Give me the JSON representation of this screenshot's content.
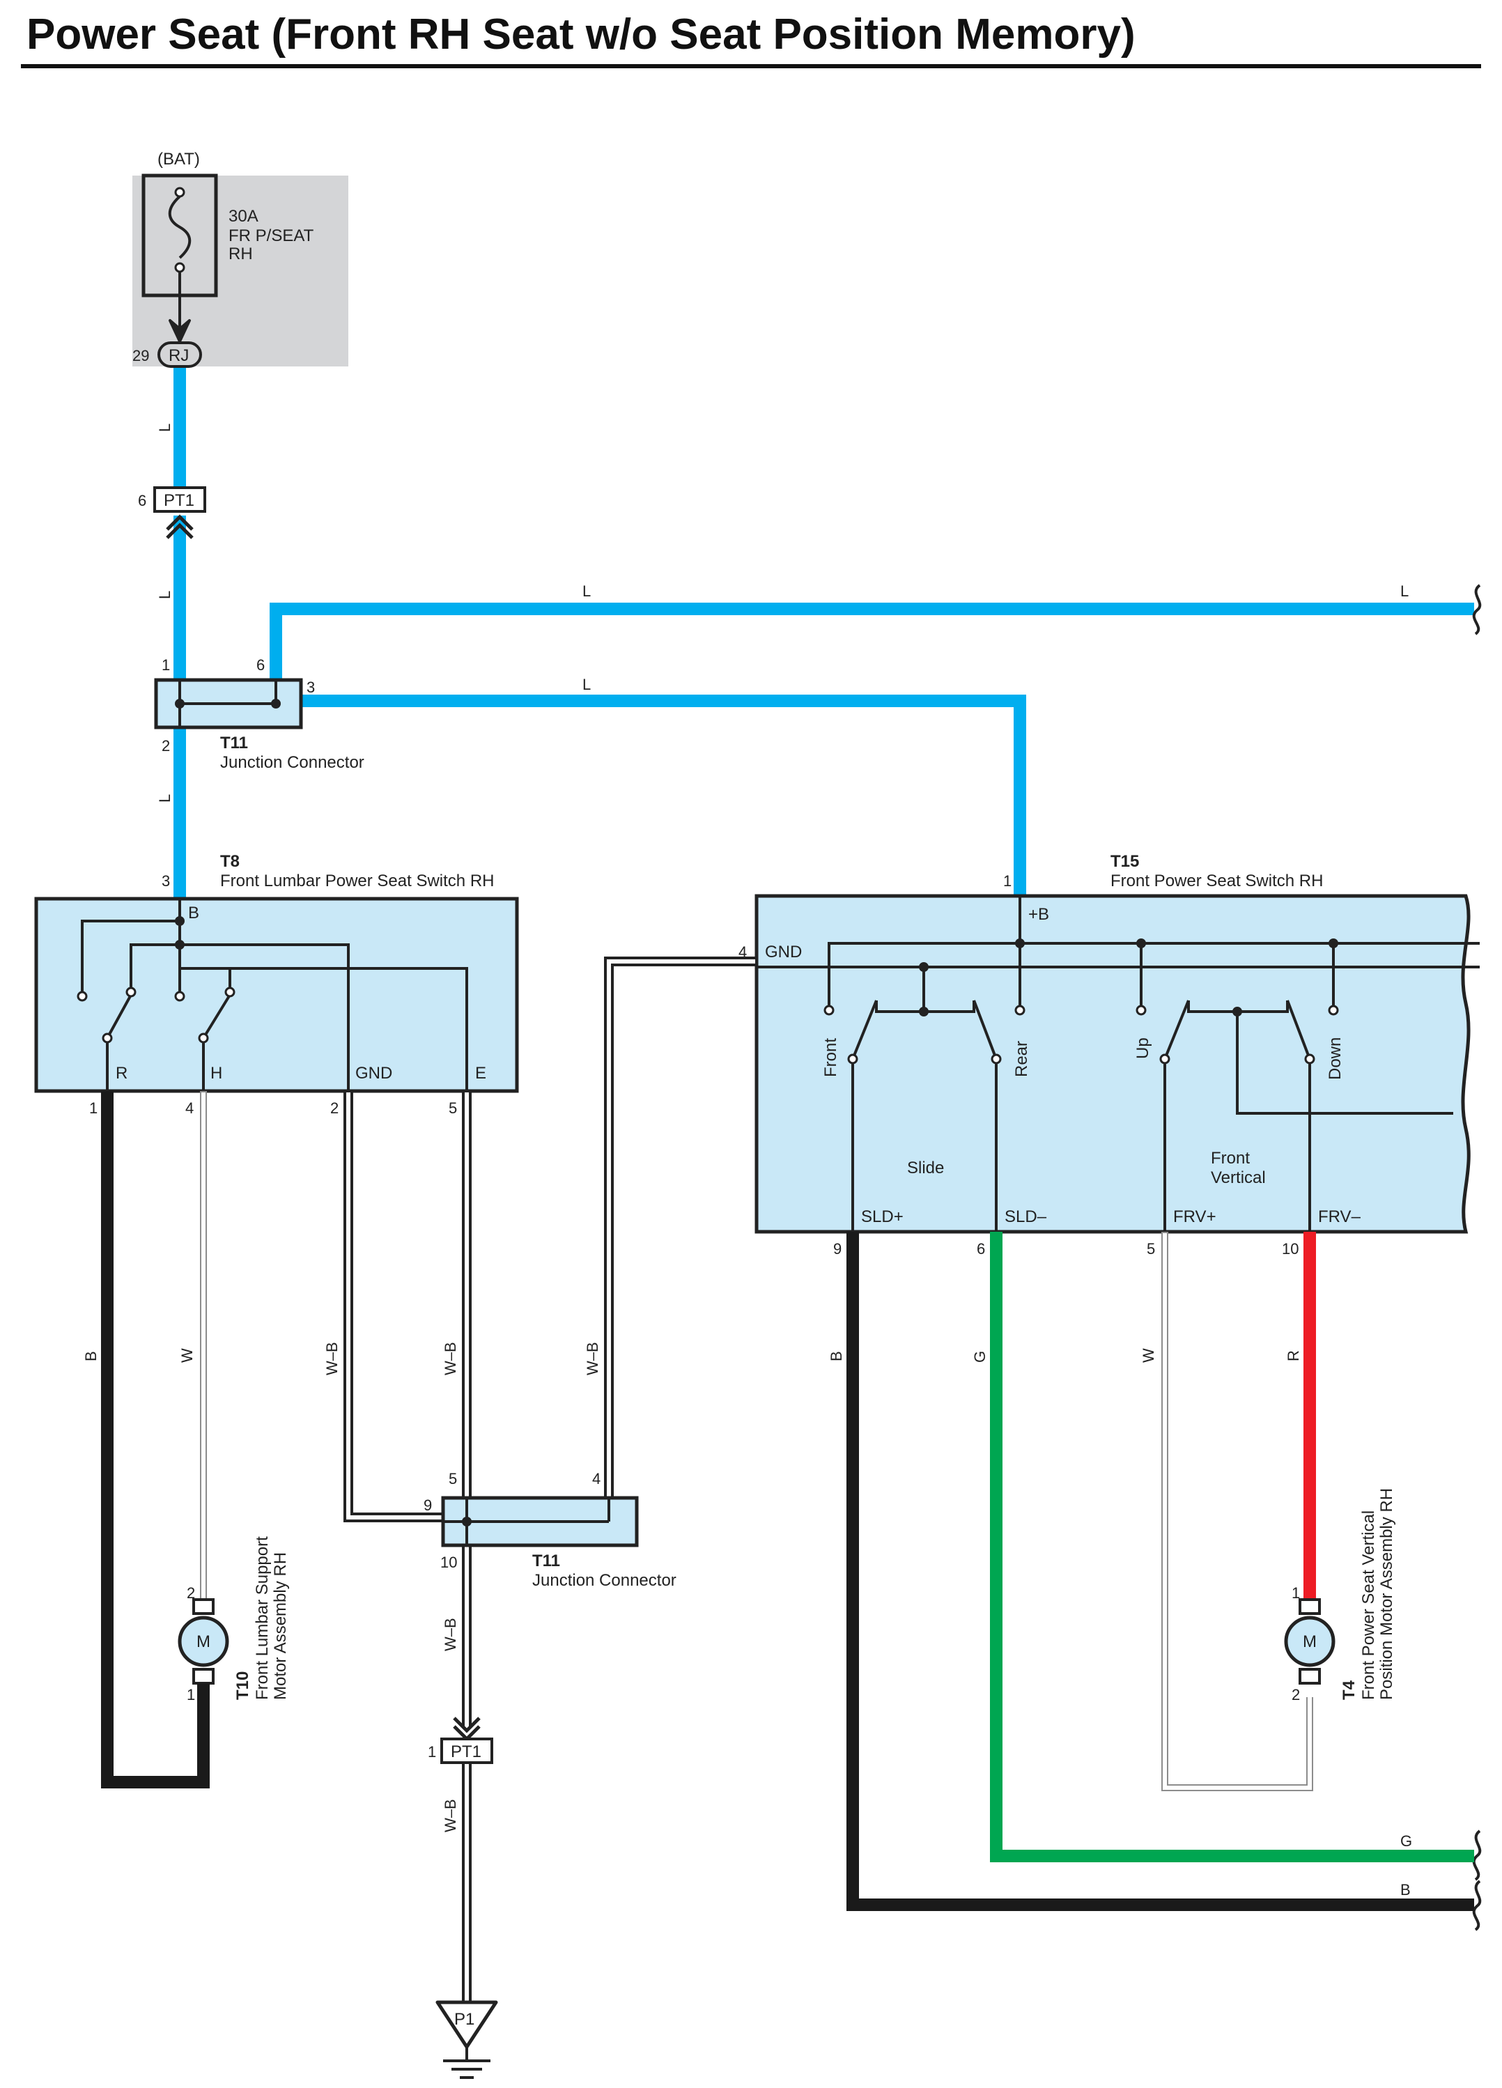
{
  "title": "Power Seat (Front RH Seat w/o Seat Position Memory)",
  "colors": {
    "L": "#00aeef",
    "B": "#1a1a1a",
    "W": "#ffffff",
    "G": "#00a651",
    "R": "#ed1c24",
    "component_fill": "#c9e8f7",
    "fuse_box_fill": "#d4d5d7"
  },
  "fuse": {
    "supply": "(BAT)",
    "rating": "30A",
    "name_line1": "FR P/SEAT",
    "name_line2": "RH",
    "connector": "RJ",
    "pin": "29"
  },
  "connector_pt1_top": {
    "name": "PT1",
    "pin": "6"
  },
  "connector_pt1_bottom": {
    "name": "PT1",
    "pin": "1"
  },
  "ground": {
    "name": "P1"
  },
  "junction_top": {
    "id": "T11",
    "name": "Junction Connector",
    "pins": {
      "p1": "1",
      "p6": "6",
      "p3": "3",
      "p2": "2"
    }
  },
  "junction_bottom": {
    "id": "T11",
    "name": "Junction Connector",
    "pins": {
      "p9": "9",
      "p5": "5",
      "p4": "4",
      "p10": "10"
    }
  },
  "switch_t8": {
    "id": "T8",
    "name": "Front Lumbar Power Seat Switch RH",
    "top_pin": "3",
    "terminals": {
      "b": "B",
      "r": "R",
      "h": "H",
      "gnd": "GND",
      "e": "E"
    },
    "bottom_pins": {
      "r": "1",
      "h": "4",
      "gnd": "2",
      "e": "5"
    }
  },
  "switch_t15": {
    "id": "T15",
    "name": "Front Power Seat Switch RH",
    "top_pin": "1",
    "gnd_pin": "4",
    "terminals": {
      "pb": "+B",
      "gnd": "GND",
      "sldp": "SLD+",
      "sldm": "SLD–",
      "frvp": "FRV+",
      "frvm": "FRV–"
    },
    "contacts": {
      "front": "Front",
      "rear": "Rear",
      "up": "Up",
      "down": "Down"
    },
    "sections": {
      "slide": "Slide",
      "fv_line1": "Front",
      "fv_line2": "Vertical"
    },
    "bottom_pins": {
      "sldp": "9",
      "sldm": "6",
      "frvp": "5",
      "frvm": "10"
    }
  },
  "motor_t10": {
    "id": "T10",
    "name_line1": "Front Lumbar Support",
    "name_line2": "Motor Assembly RH",
    "symbol": "M",
    "pins": {
      "top": "2",
      "bottom": "1"
    }
  },
  "motor_t4": {
    "id": "T4",
    "name_line1": "Front Power Seat Vertical",
    "name_line2": "Position Motor Assembly RH",
    "symbol": "M",
    "pins": {
      "top": "1",
      "bottom": "2"
    }
  },
  "wires": {
    "L": "L",
    "B": "B",
    "W": "W",
    "WB": "W–B",
    "G": "G",
    "R": "R"
  }
}
